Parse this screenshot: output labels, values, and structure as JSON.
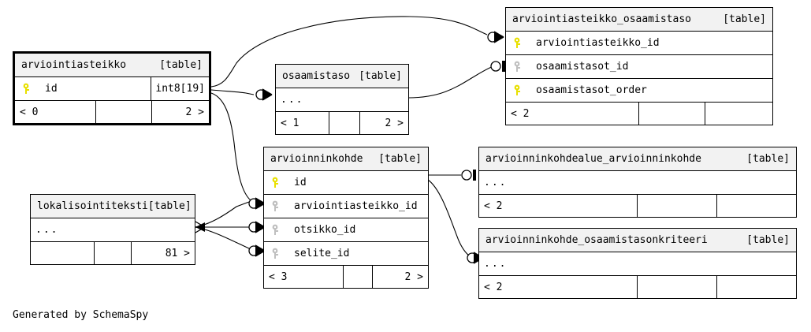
{
  "diagram": {
    "credit": "Generated by SchemaSpy",
    "table_tag": "[table]",
    "ellipsis": "...",
    "key_primary_color": "#e8e000",
    "key_foreign_color": "#bfbfbf",
    "header_bg": "#f2f2f2",
    "line_color": "#000000"
  },
  "tables": {
    "arviointiasteikko": {
      "name": "arviointiasteikko",
      "tag": "[table]",
      "focus": true,
      "columns": [
        {
          "key": "primary",
          "name": "id",
          "type": "int8[19]"
        }
      ],
      "footer": {
        "left": "< 0",
        "mid": "",
        "right": "2 >"
      }
    },
    "arviointiasteikko_osaamistaso": {
      "name": "arviointiasteikko_osaamistaso",
      "tag": "[table]",
      "focus": false,
      "columns": [
        {
          "key": "primary",
          "name": "arviointiasteikko_id",
          "type": ""
        },
        {
          "key": "foreign",
          "name": "osaamistasot_id",
          "type": ""
        },
        {
          "key": "primary",
          "name": "osaamistasot_order",
          "type": ""
        }
      ],
      "footer": {
        "left": "< 2",
        "mid": "",
        "right": ""
      }
    },
    "osaamistaso": {
      "name": "osaamistaso",
      "tag": "[table]",
      "focus": false,
      "collapsed": "...",
      "footer": {
        "left": "< 1",
        "mid": "",
        "right": "2 >"
      }
    },
    "arvioinninkohde": {
      "name": "arvioinninkohde",
      "tag": "[table]",
      "focus": false,
      "columns": [
        {
          "key": "primary",
          "name": "id",
          "type": ""
        },
        {
          "key": "foreign",
          "name": "arviointiasteikko_id",
          "type": ""
        },
        {
          "key": "foreign",
          "name": "otsikko_id",
          "type": ""
        },
        {
          "key": "foreign",
          "name": "selite_id",
          "type": ""
        }
      ],
      "footer": {
        "left": "< 3",
        "mid": "",
        "right": "2 >"
      }
    },
    "lokalisointiteksti": {
      "name": "lokalisointiteksti",
      "tag": "[table]",
      "focus": false,
      "collapsed": "...",
      "footer": {
        "left": "",
        "mid": "",
        "right": "81 >"
      }
    },
    "arvioinninkohdealue_arvioinninkohde": {
      "name": "arvioinninkohdealue_arvioinninkohde",
      "tag": "[table]",
      "focus": false,
      "collapsed": "...",
      "footer": {
        "left": "< 2",
        "mid": "",
        "right": ""
      }
    },
    "arvioinninkohde_osaamistasonkriteeri": {
      "name": "arvioinninkohde_osaamistasonkriteeri",
      "tag": "[table]",
      "focus": false,
      "collapsed": "...",
      "footer": {
        "left": "< 2",
        "mid": "",
        "right": ""
      }
    }
  },
  "relationships": [
    {
      "from": "arviointiasteikko",
      "to": "arviointiasteikko_osaamistaso.arviointiasteikko_id",
      "end": "zero-or-many"
    },
    {
      "from": "osaamistaso",
      "to": "arviointiasteikko_osaamistaso.osaamistasot_id",
      "end": "zero-or-one"
    },
    {
      "from": "arviointiasteikko",
      "to": "osaamistaso",
      "end": "zero-or-many"
    },
    {
      "from": "arviointiasteikko",
      "to": "arvioinninkohde.arviointiasteikko_id",
      "end": "zero-or-many"
    },
    {
      "from": "lokalisointiteksti",
      "to": "arvioinninkohde.otsikko_id",
      "end": "zero-or-many"
    },
    {
      "from": "lokalisointiteksti",
      "to": "arvioinninkohde.selite_id",
      "end": "zero-or-many"
    },
    {
      "from": "arvioinninkohde",
      "to": "arvioinninkohdealue_arvioinninkohde",
      "end": "zero-or-one"
    },
    {
      "from": "arvioinninkohde",
      "to": "arvioinninkohde_osaamistasonkriteeri",
      "end": "zero-or-many"
    }
  ]
}
